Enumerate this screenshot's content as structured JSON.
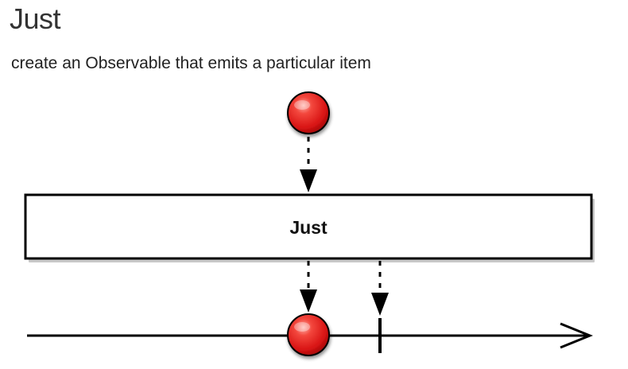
{
  "page": {
    "title": "Just",
    "description": "create an Observable that emits a particular item"
  },
  "diagram": {
    "operator_label": "Just",
    "colors": {
      "item_fill": "#e81c1c",
      "item_highlight": "#ff8a80",
      "line": "#000000",
      "box_fill": "#ffffff",
      "shadow": "#b0b0b0"
    }
  }
}
